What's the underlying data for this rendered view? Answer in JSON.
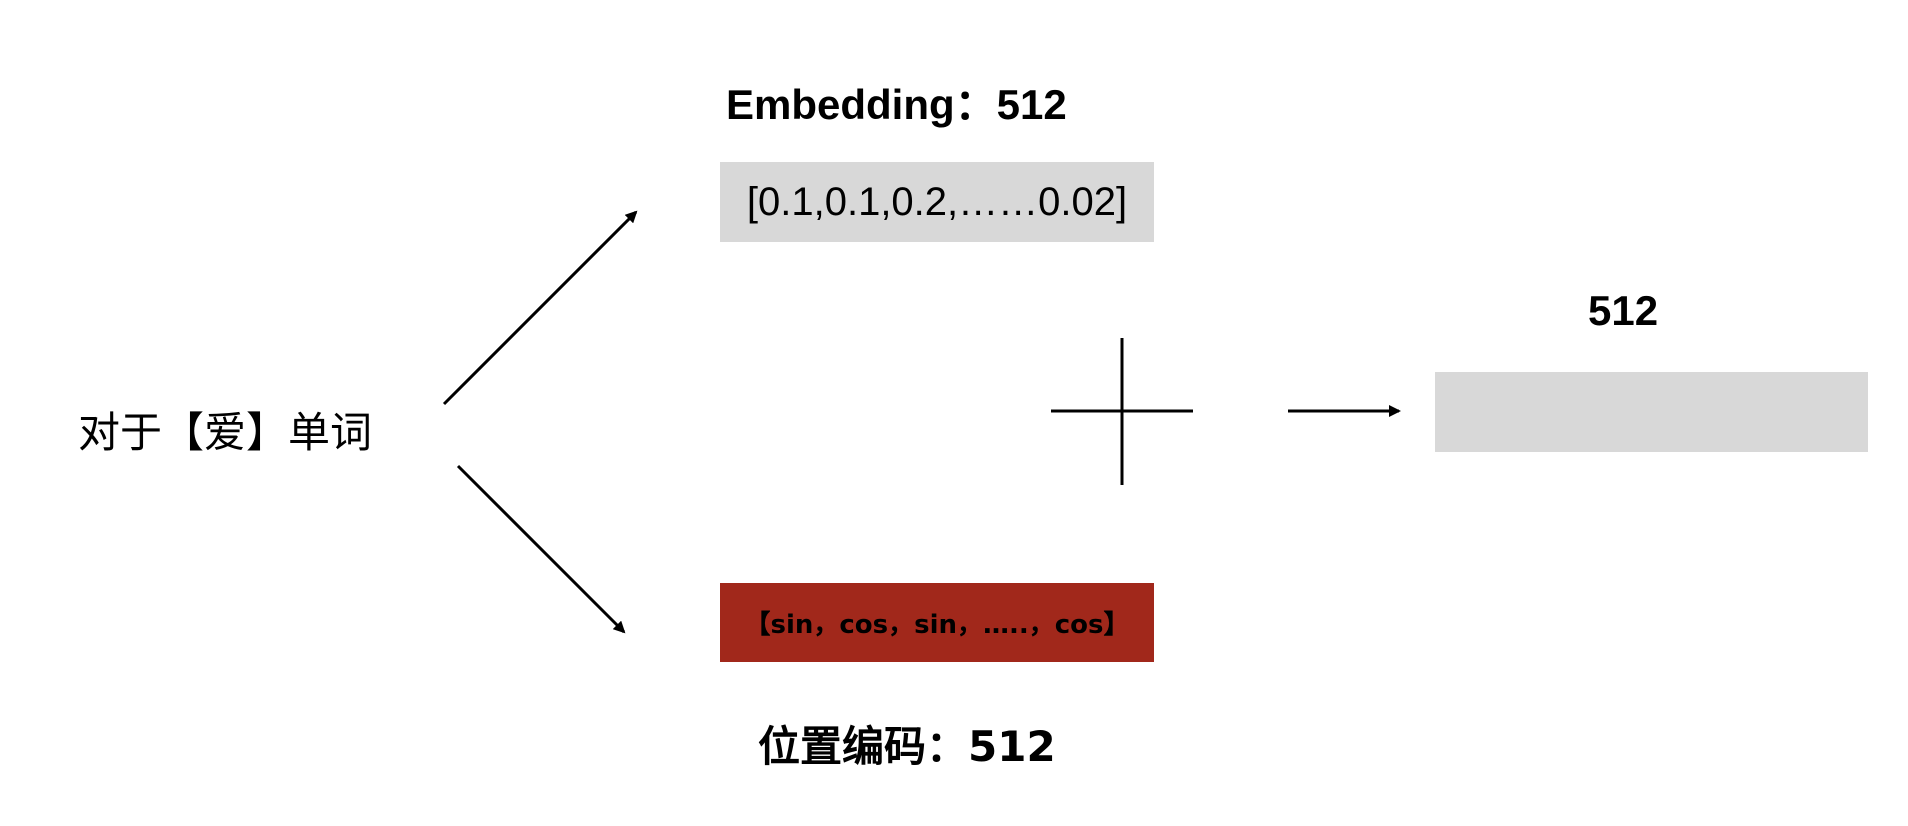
{
  "word_label": "对于【爱】单词",
  "embedding": {
    "title": "Embedding：512",
    "vector_text": "[0.1,0.1,0.2,……0.02]",
    "box_color": "#d8d8d8"
  },
  "positional_encoding": {
    "title": "位置编码：512",
    "vector_text": "【sin，cos，sin，…..，cos】",
    "box_color": "#a1281b"
  },
  "output": {
    "title": "512",
    "box_color": "#d8d8d8"
  },
  "operator": "plus-sign"
}
